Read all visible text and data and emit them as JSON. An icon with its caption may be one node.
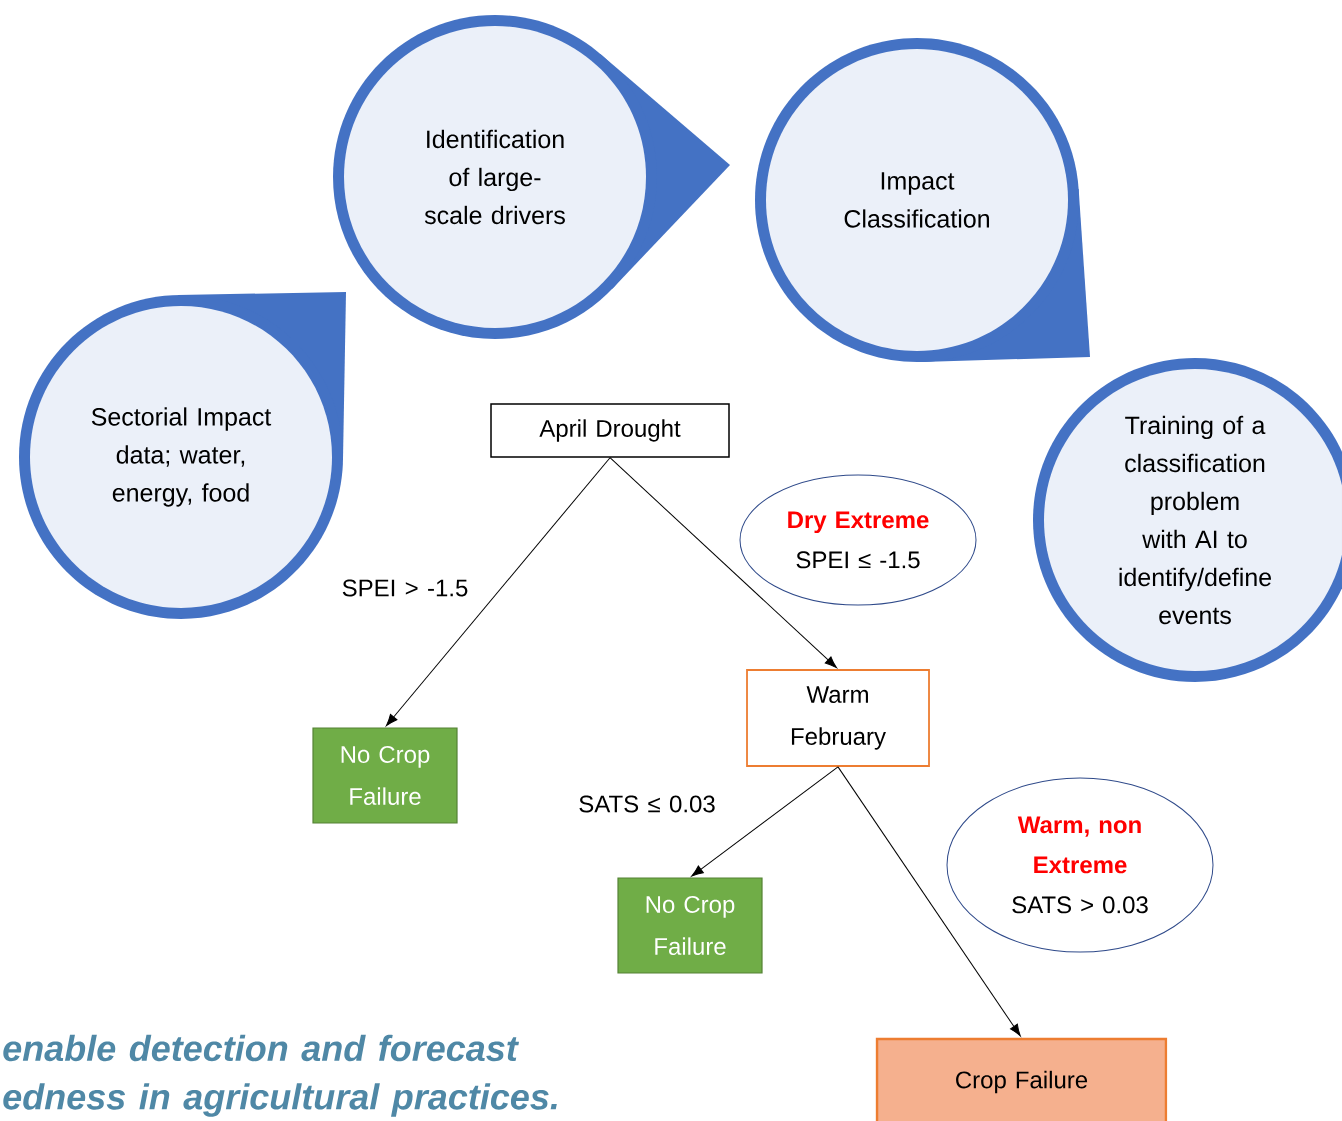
{
  "diagram": {
    "nodes": [
      {
        "text": [
          "Sectorial Impact data; water, energy, food"
        ]
      },
      {
        "text": [
          "Identification of large-scale drivers"
        ]
      },
      {
        "text": [
          "Impact Classification"
        ]
      },
      {
        "text": [
          "Training of a classification problem with AI to identify/define events"
        ]
      },
      {
        "text": [
          "April Drought"
        ]
      },
      {
        "text": [
          "Dry Extreme",
          "SPEI ≤ -1.5"
        ]
      },
      {
        "text": [
          "No Crop Failure"
        ]
      },
      {
        "text": [
          "Warm February"
        ]
      },
      {
        "text": [
          "No Crop Failure"
        ]
      },
      {
        "text": [
          "Warm, non Extreme",
          "SATS > 0.03"
        ]
      },
      {
        "text": [
          "Crop Failure"
        ]
      }
    ],
    "edges": [
      {
        "from": 4,
        "to": 6,
        "arrow": "to",
        "label": "SPEI > -1.5"
      },
      {
        "from": 4,
        "to": 7,
        "arrow": "to"
      },
      {
        "from": 7,
        "to": 8,
        "arrow": "to",
        "label": "SATS ≤ 0.03"
      },
      {
        "from": 7,
        "to": 10,
        "arrow": "to"
      }
    ],
    "labels": [
      "enable detection and forecast",
      "edness in agricultural practices."
    ]
  }
}
